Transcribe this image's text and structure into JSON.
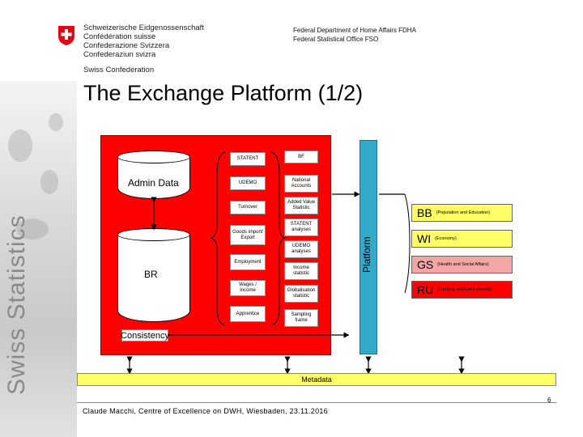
{
  "header": {
    "languages": [
      "Schweizerische Eidgenossenschaft",
      "Confédération suisse",
      "Confederazione Svizzera",
      "Confederaziun svizra"
    ],
    "confederation": "Swiss Confederation",
    "department": "Federal Department of Home Affairs FDHA",
    "office": "Federal Statistical Office FSO"
  },
  "title": "The Exchange Platform (1/2)",
  "brand_vertical": "Swiss Statistics",
  "diagram": {
    "cylinders": {
      "admin_data": "Admin Data",
      "br": "BR"
    },
    "left_boxes": {
      "statent": "STATENT",
      "udemo": "UDEMO",
      "turnover": "Turnover",
      "goods": "Goods import/ Export",
      "employment": "Employment",
      "wages": "Wages / Income",
      "apprentice": "Apprentice"
    },
    "right_boxes": {
      "bf": "BF",
      "national_accounts": "National Accounts",
      "added_value": "Added Value Statistic",
      "statent_analyses": "STATENT analyses",
      "udemo_analyses": "UDEMO analyses",
      "income": "Income statistic",
      "globalisation": "Globalisation statistic",
      "sampling": "Sampling frame"
    },
    "platform": "Platform",
    "domains": [
      {
        "code": "BB",
        "desc": "(Population and Education)",
        "color": "#ffff66"
      },
      {
        "code": "WI",
        "desc": "(Economy)",
        "color": "#ffff66"
      },
      {
        "code": "GS",
        "desc": "(Health and Social Affairs)",
        "color": "#f4a6a6"
      },
      {
        "code": "RU",
        "desc": "(Territory and Environment)",
        "color": "#ff0000"
      }
    ],
    "consistency": "Consistency",
    "metadata": "Metadata"
  },
  "footer": {
    "text": "Claude Macchi, Centre of Excellence on DWH, Wiesbaden, 23.11.2016",
    "page": "6"
  },
  "colors": {
    "panel_red": "#ff0000",
    "platform_blue": "#35a9c9",
    "metadata_yellow": "#ffff66"
  }
}
